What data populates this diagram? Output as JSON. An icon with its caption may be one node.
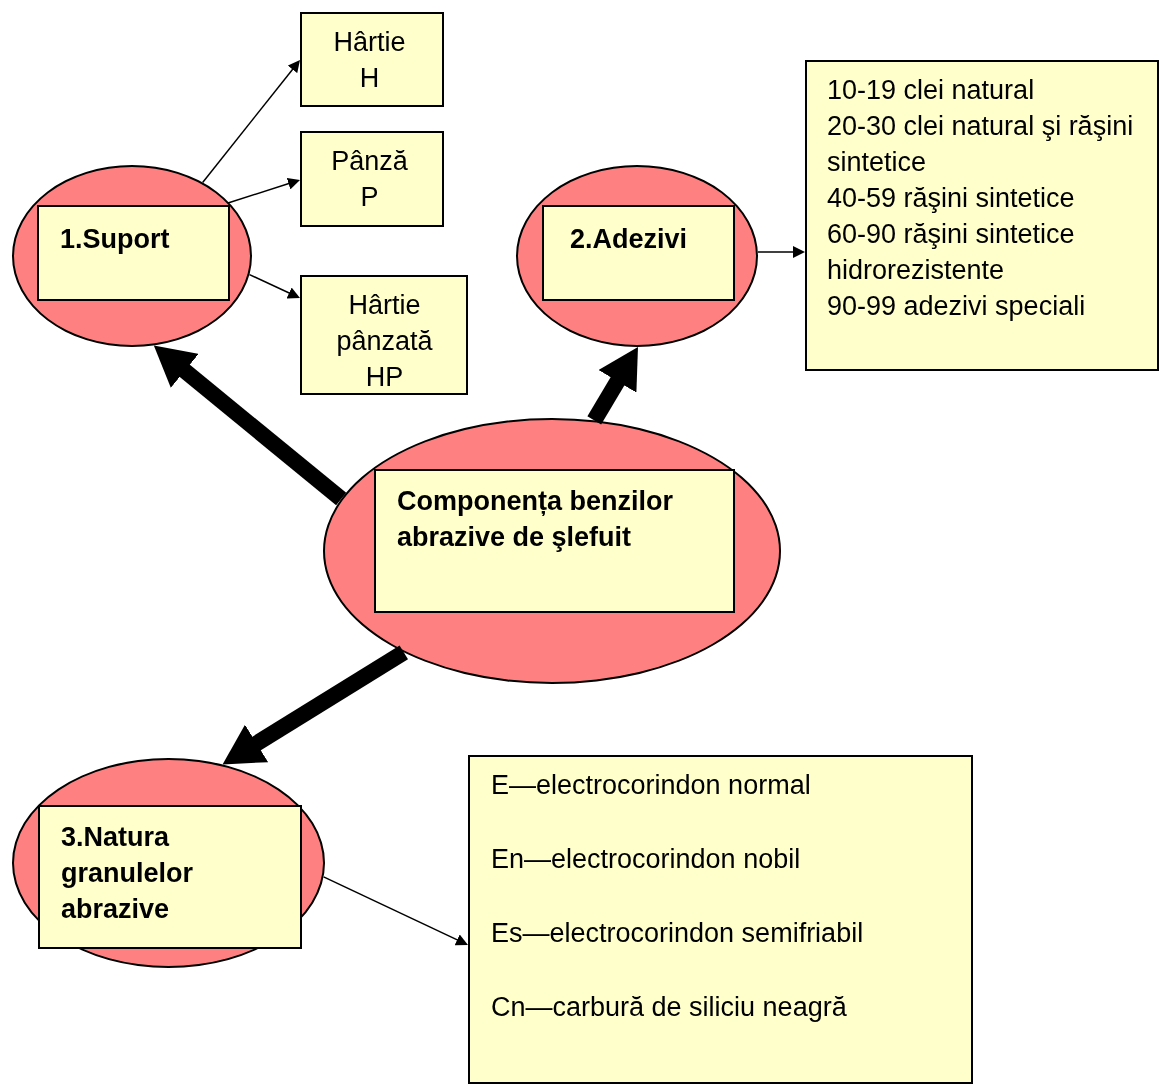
{
  "diagram": {
    "nodes": [
      {
        "text": [],
        "shape": "ellipse"
      },
      {
        "text": [
          "1.Suport"
        ],
        "in": 0
      },
      {
        "text": [
          "Hârtie H"
        ]
      },
      {
        "text": [
          "Pânză P"
        ]
      },
      {
        "text": [
          "Hârtie pânzată HP"
        ]
      },
      {
        "text": [],
        "shape": "ellipse"
      },
      {
        "text": [
          "2.Adezivi"
        ],
        "in": 5
      },
      {
        "text": [
          "10-19 clei natural",
          "20-30 clei natural şi răşini sintetice",
          "40-59 răşini sintetice",
          "60-90 răşini sintetice hidrorezistente",
          "90-99 adezivi speciali"
        ]
      },
      {
        "text": [],
        "shape": "ellipse"
      },
      {
        "text": [
          "Componența benzilor abrazive de şlefuit"
        ],
        "in": 8
      },
      {
        "text": [],
        "shape": "ellipse"
      },
      {
        "text": [
          "3.Natura granulelor abrazive"
        ],
        "in": 10
      },
      {
        "text": [
          "E—electrocorindon normal",
          "En—electrocorindon nobil",
          "Es—electrocorindon semifriabil",
          "Cn—carbură de siliciu neagră"
        ]
      }
    ],
    "edges": [
      {
        "from": 0,
        "to": 2,
        "arrow": "to"
      },
      {
        "from": 1,
        "to": 3,
        "arrow": "to"
      },
      {
        "from": 0,
        "to": 4,
        "arrow": "to"
      },
      {
        "from": 5,
        "to": 7,
        "arrow": "to"
      },
      {
        "from": 10,
        "to": 12,
        "arrow": "to"
      },
      {
        "from": 8,
        "to": 0,
        "arrow": "to",
        "style": "thick"
      },
      {
        "from": 8,
        "to": 5,
        "arrow": "to",
        "style": "thick"
      },
      {
        "from": 8,
        "to": 10,
        "arrow": "to",
        "style": "thick"
      }
    ]
  }
}
